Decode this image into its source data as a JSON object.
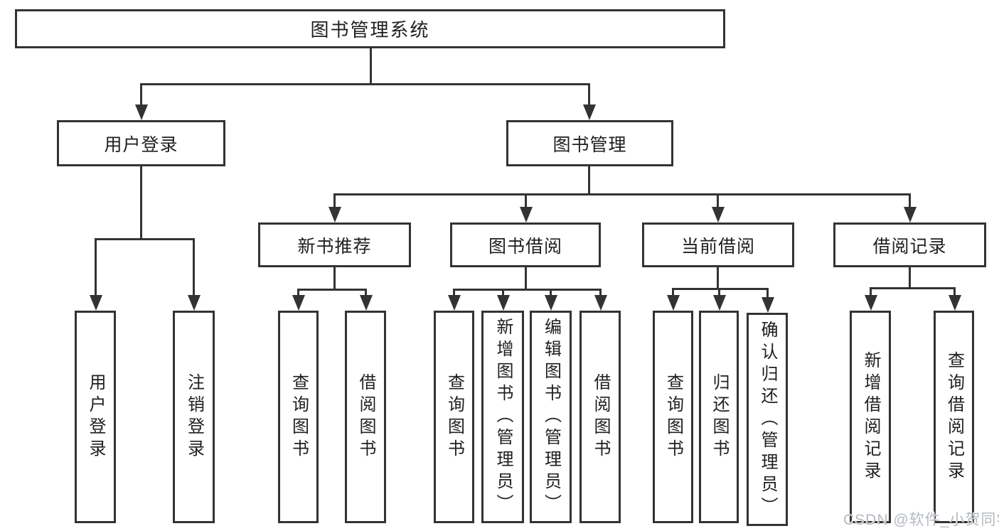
{
  "nodes": {
    "root": {
      "label": "图书管理系统"
    },
    "user_login": {
      "label": "用户登录"
    },
    "book_mgmt": {
      "label": "图书管理"
    },
    "new_book_rec": {
      "label": "新书推荐"
    },
    "book_borrow": {
      "label": "图书借阅"
    },
    "current_borrow": {
      "label": "当前借阅"
    },
    "borrow_records": {
      "label": "借阅记录"
    },
    "leaf_user_login": {
      "label": "用户登录"
    },
    "leaf_logout": {
      "label": "注销登录"
    },
    "leaf_query_book_1": {
      "label": "查询图书"
    },
    "leaf_borrow_book_1": {
      "label": "借阅图书"
    },
    "leaf_query_book_2": {
      "label": "查询图书"
    },
    "leaf_add_book": {
      "label": "新增图书（管理员）"
    },
    "leaf_edit_book": {
      "label": "编辑图书（管理员）"
    },
    "leaf_borrow_book_2": {
      "label": "借阅图书"
    },
    "leaf_query_book_3": {
      "label": "查询图书"
    },
    "leaf_return_book": {
      "label": "归还图书"
    },
    "leaf_confirm_return": {
      "label": "确认归还（管理员）"
    },
    "leaf_add_record": {
      "label": "新增借阅记录"
    },
    "leaf_query_record": {
      "label": "查询借阅记录"
    }
  },
  "watermark": {
    "text": "CSDN @软件_小贺同学"
  },
  "colors": {
    "line": "#333333",
    "box_border": "#333333",
    "text": "#1f1f1f",
    "background": "#ffffff",
    "watermark": "#b5bac0"
  }
}
